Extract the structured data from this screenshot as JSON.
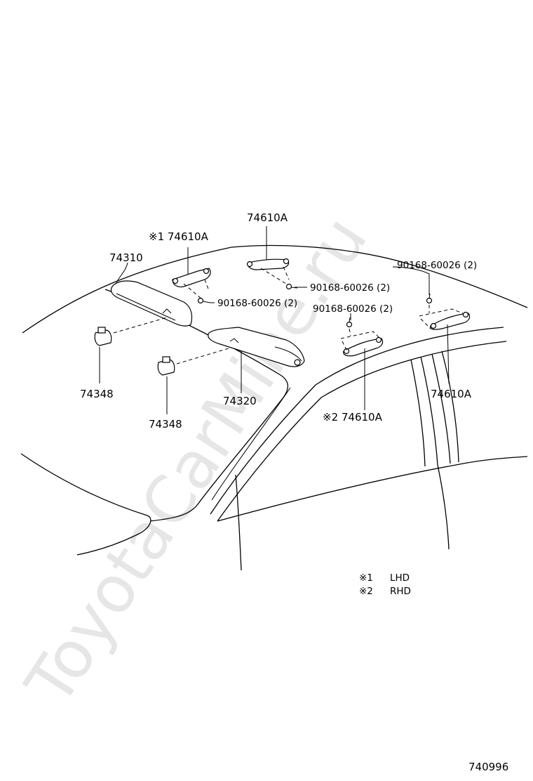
{
  "watermark": "ToyotaCarMine.ru",
  "figure_number": "740996",
  "callouts": {
    "assist_grip_lhd": "※1 74610A",
    "assist_grip_center": "74610A",
    "assist_grip_right": "74610A",
    "assist_grip_rhd": "※2 74610A",
    "visor_lh": "74310",
    "visor_rh": "74320",
    "holder_1": "74348",
    "holder_2": "74348",
    "screw_1": "90168-60026 (2)",
    "screw_2": "90168-60026 (2)",
    "screw_3": "90168-60026 (2)",
    "screw_4": "90168-60026 (2)"
  },
  "legend": [
    {
      "mark": "※1",
      "text": "LHD"
    },
    {
      "mark": "※2",
      "text": "RHD"
    }
  ]
}
